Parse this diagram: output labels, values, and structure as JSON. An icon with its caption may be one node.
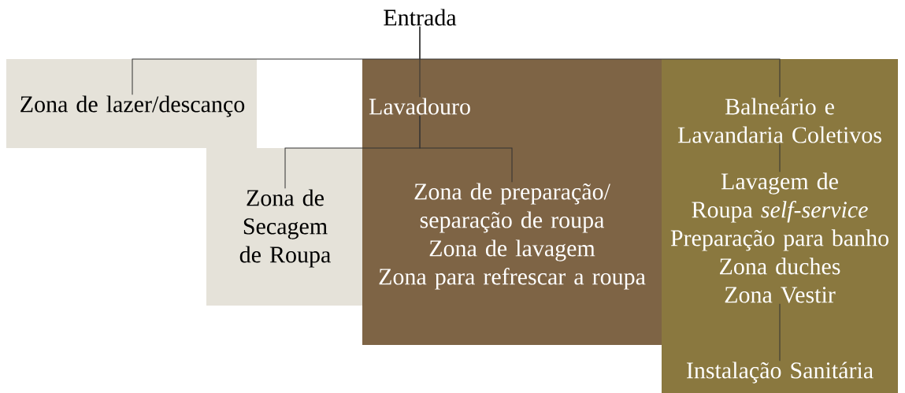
{
  "diagram": {
    "nodes": [
      {
        "text": [
          "Entrada"
        ]
      },
      {
        "text": [
          "Zona de lazer/descanço"
        ]
      },
      {
        "text": [
          "Lavadouro"
        ]
      },
      {
        "text": [
          "Zona de Secagem de Roupa"
        ]
      },
      {
        "text": [
          "Zona de preparação/ separação de roupa",
          "Zona de lavagem",
          "Zona para refrescar a roupa"
        ]
      },
      {
        "text": [
          "Balneário e Lavandaria Coletivos"
        ]
      },
      {
        "text": [
          "Lavagem de Roupa *self-service*",
          "Preparação para banho",
          "Zona duches",
          "Zona Vestir"
        ]
      },
      {
        "text": [
          "Instalação Sanitária"
        ]
      }
    ],
    "edges": [
      {
        "from": 0,
        "to": 1,
        "arrow": "none"
      },
      {
        "from": 0,
        "to": 2,
        "arrow": "none"
      },
      {
        "from": 0,
        "to": 5,
        "arrow": "none"
      },
      {
        "from": 2,
        "to": 3,
        "arrow": "none"
      },
      {
        "from": 2,
        "to": 4,
        "arrow": "none"
      },
      {
        "from": 5,
        "to": 6,
        "arrow": "none"
      },
      {
        "from": 6,
        "to": 7,
        "arrow": "none"
      }
    ]
  }
}
